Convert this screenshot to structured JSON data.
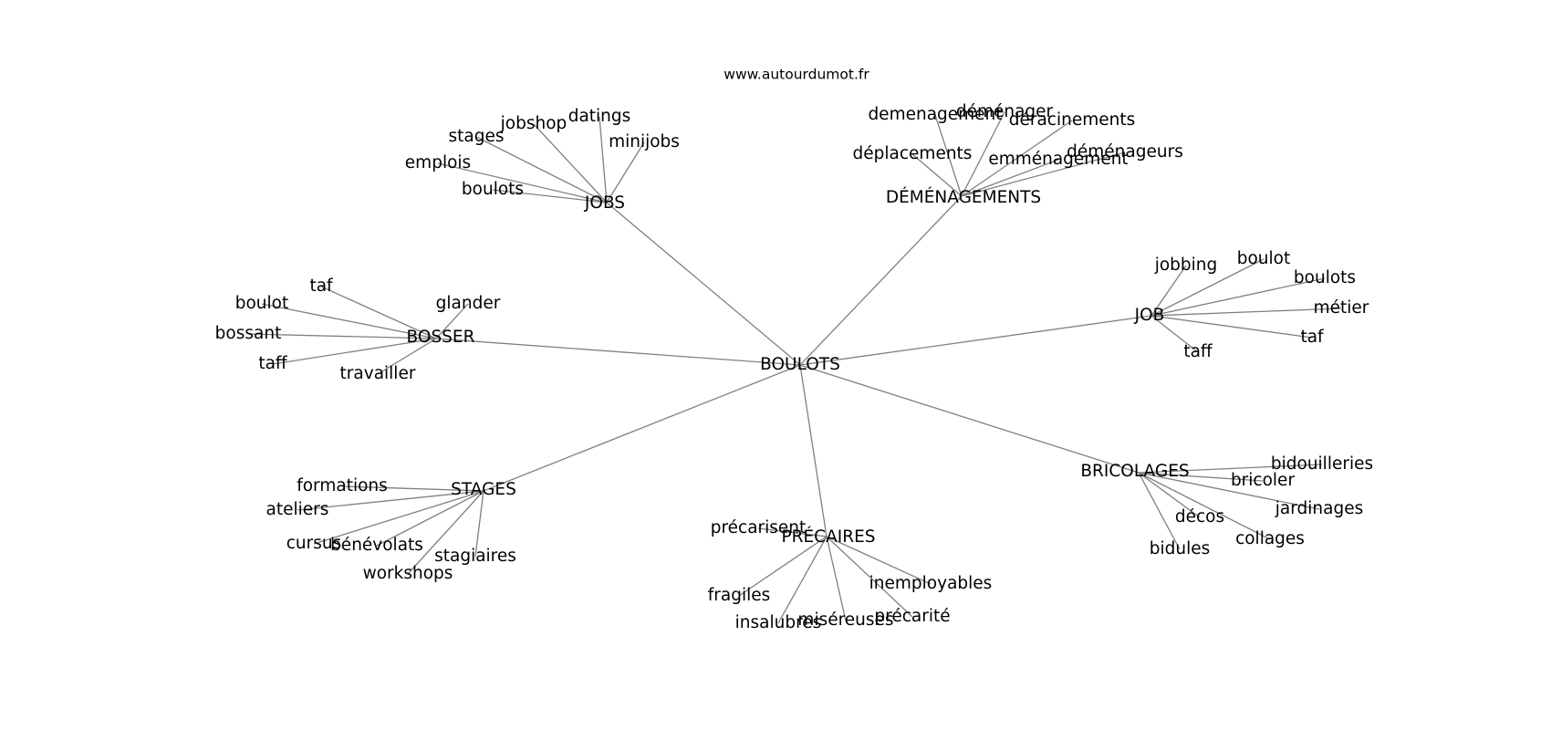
{
  "source_label": "www.autourdumot.fr",
  "root": "BOULOTS",
  "clusters": [
    {
      "hub": "JOBS",
      "leaves": [
        "datings",
        "jobshop",
        "stages",
        "minijobs",
        "emplois",
        "boulots"
      ]
    },
    {
      "hub": "DÉMÉNAGEMENTS",
      "leaves": [
        "demenagement",
        "déménager",
        "déracinements",
        "déplacements",
        "emménagement",
        "déménageurs"
      ]
    },
    {
      "hub": "BOSSER",
      "leaves": [
        "taf",
        "boulot",
        "glander",
        "bossant",
        "taff",
        "travailler"
      ]
    },
    {
      "hub": "JOB",
      "leaves": [
        "jobbing",
        "boulot",
        "boulots",
        "métier",
        "taf",
        "taff"
      ]
    },
    {
      "hub": "STAGES",
      "leaves": [
        "formations",
        "ateliers",
        "cursus",
        "bénévolats",
        "stagiaires",
        "workshops"
      ]
    },
    {
      "hub": "PRÉCAIRES",
      "leaves": [
        "précarisent",
        "inemployables",
        "fragiles",
        "précarité",
        "miséreuses",
        "insalubres"
      ]
    },
    {
      "hub": "BRICOLAGES",
      "leaves": [
        "bidouilleries",
        "bricoler",
        "jardinages",
        "décos",
        "collages",
        "bidules"
      ]
    }
  ]
}
